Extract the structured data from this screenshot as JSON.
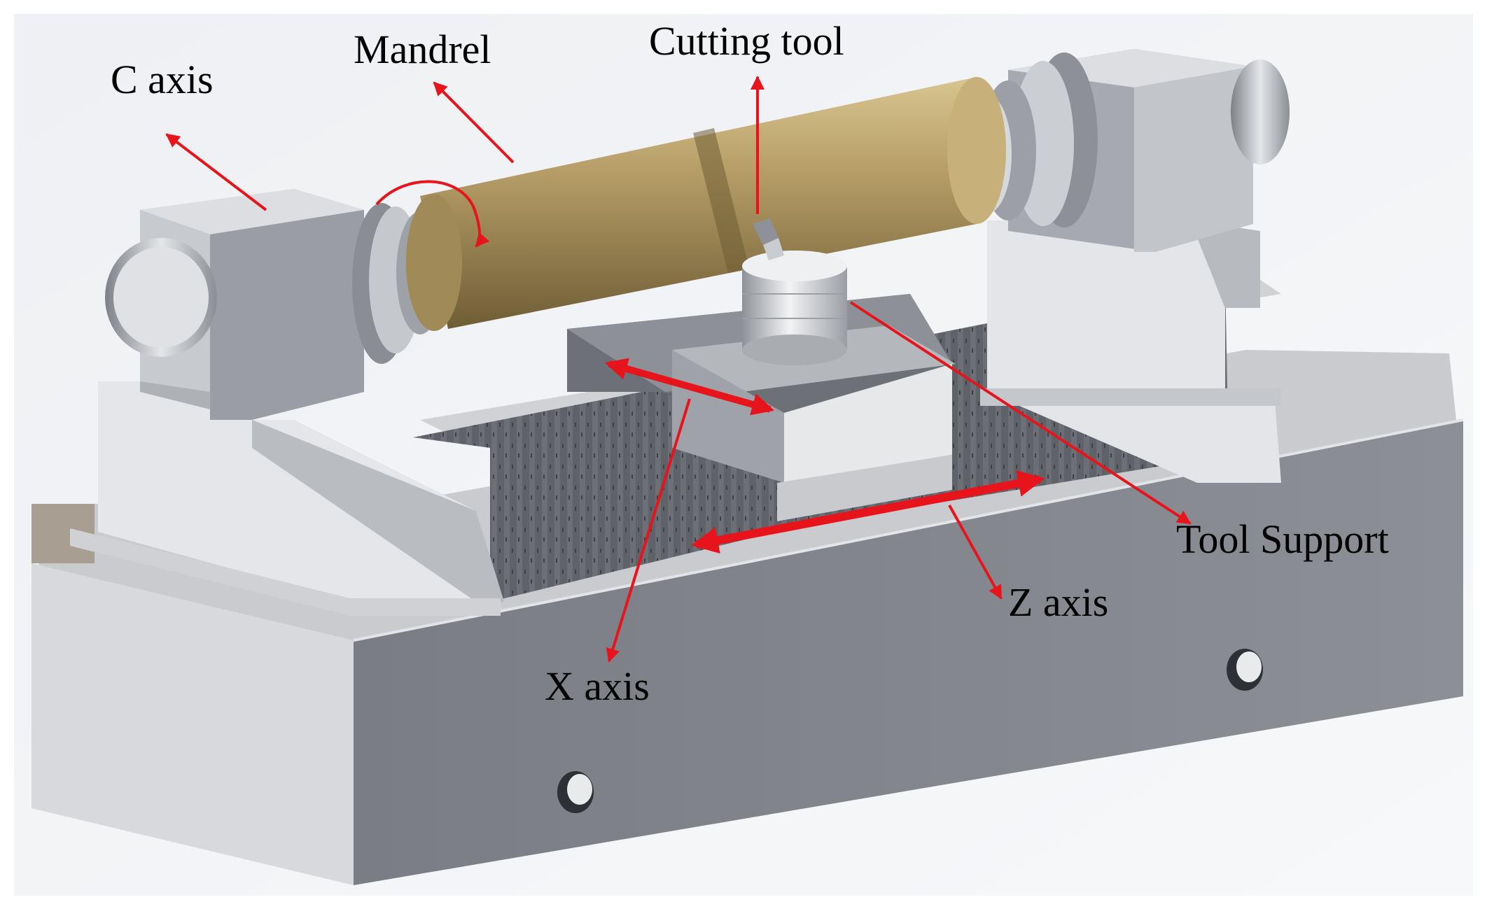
{
  "figure": {
    "labels": {
      "c_axis": "C axis",
      "mandrel": "Mandrel",
      "cutting_tool": "Cutting tool",
      "tool_support": "Tool Support",
      "z_axis": "Z axis",
      "x_axis": "X axis"
    },
    "colors": {
      "annotation": "#e8141c",
      "machine_light": "#d4d6da",
      "machine_mid": "#a4a8ae",
      "machine_dark": "#6e7278",
      "mandrel": "#b8a06a",
      "background": "#ffffff"
    }
  }
}
